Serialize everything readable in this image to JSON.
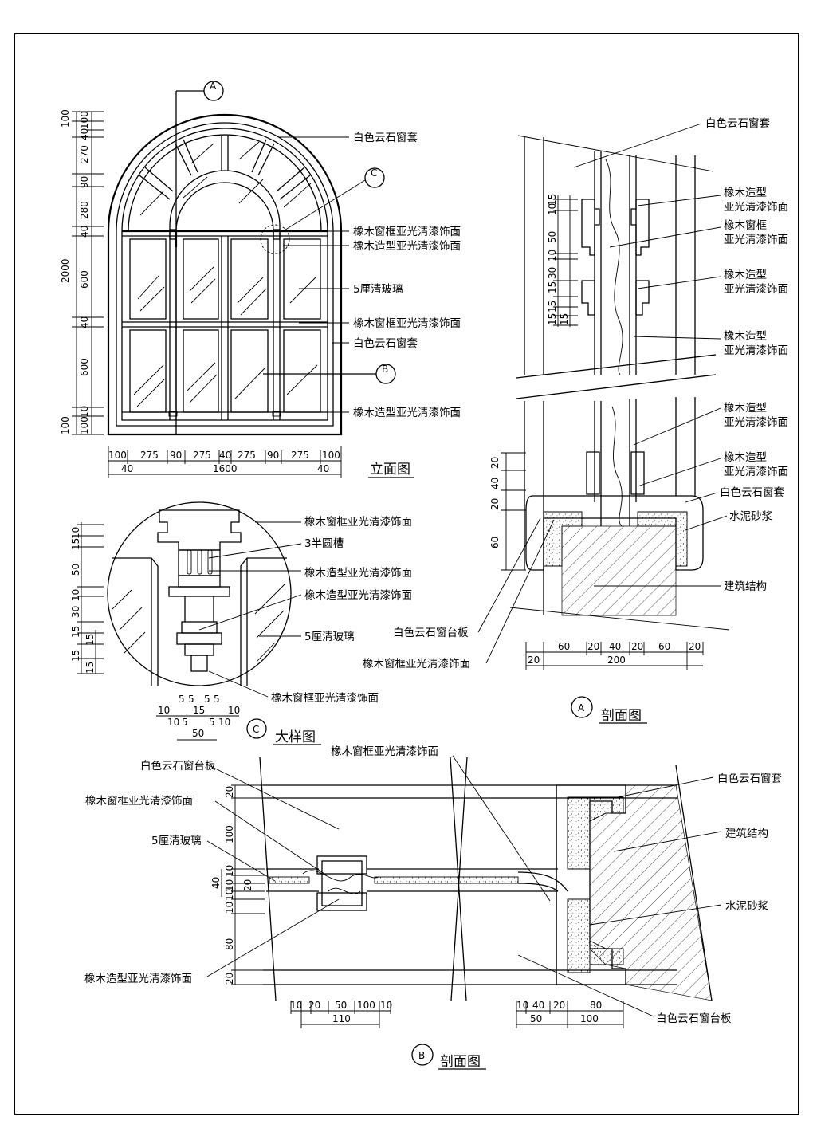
{
  "labels": {
    "white_marble_casing": "白色云石窗套",
    "oak_frame_matte": "橡木窗框亚光清漆饰面",
    "oak_molding_matte": "橡木造型亚光清漆饰面",
    "glass_5mm": "5厘清玻璃",
    "oak_molding_line1": "橡木造型",
    "oak_frame_line1": "橡木窗框",
    "matte_line2": "亚光清漆饰面",
    "cement_mortar": "水泥砂浆",
    "building_structure": "建筑结构",
    "white_marble_sill": "白色云石窗台板",
    "half_round_groove": "3半圆槽"
  },
  "titles": {
    "elevation": "立面图",
    "section_a": "剖面图",
    "detail_c": "大样图",
    "section_b": "剖面图"
  },
  "markers": {
    "a": "A",
    "b": "B",
    "c": "C",
    "dash": "—"
  },
  "dims": {
    "elev_left": [
      "100",
      "100",
      "270",
      "90",
      "280",
      "40",
      "600",
      "40",
      "600",
      "100",
      "40"
    ],
    "elev_left_total": "2000",
    "elev_left_inner": [
      "40",
      "10",
      "100"
    ],
    "elev_bottom": [
      "100",
      "275",
      "90",
      "275",
      "40",
      "275",
      "90",
      "275",
      "100"
    ],
    "elev_bottom_total": [
      "40",
      "1600",
      "40"
    ],
    "section_a_left_top": [
      "10",
      "15",
      "50",
      "10",
      "15",
      "30",
      "15",
      "15",
      "15"
    ],
    "section_a_left_bottom": [
      "20",
      "40",
      "20",
      "60"
    ],
    "section_a_bottom": [
      "60",
      "20",
      "40",
      "20",
      "60",
      "20"
    ],
    "section_a_bottom_total": [
      "20",
      "200"
    ],
    "detail_left": [
      "10",
      "15",
      "50",
      "10",
      "30",
      "15",
      "15",
      "15",
      "15"
    ],
    "detail_bottom_row1": [
      "5",
      "5",
      "5",
      "5"
    ],
    "detail_bottom_row2": [
      "10",
      "15",
      "10"
    ],
    "detail_bottom_row3": [
      "10",
      "5",
      "5",
      "10"
    ],
    "detail_bottom_total": "50",
    "section_b_left": [
      "20",
      "100",
      "10",
      "10",
      "40",
      "10",
      "10",
      "20",
      "80",
      "20"
    ],
    "section_b_bottom_left": [
      "10",
      "20",
      "50",
      "100",
      "10"
    ],
    "section_b_bottom_left_total": "110",
    "section_b_bottom_right": [
      "10",
      "40",
      "20",
      "80"
    ],
    "section_b_bottom_right_total": [
      "50",
      "100"
    ]
  }
}
